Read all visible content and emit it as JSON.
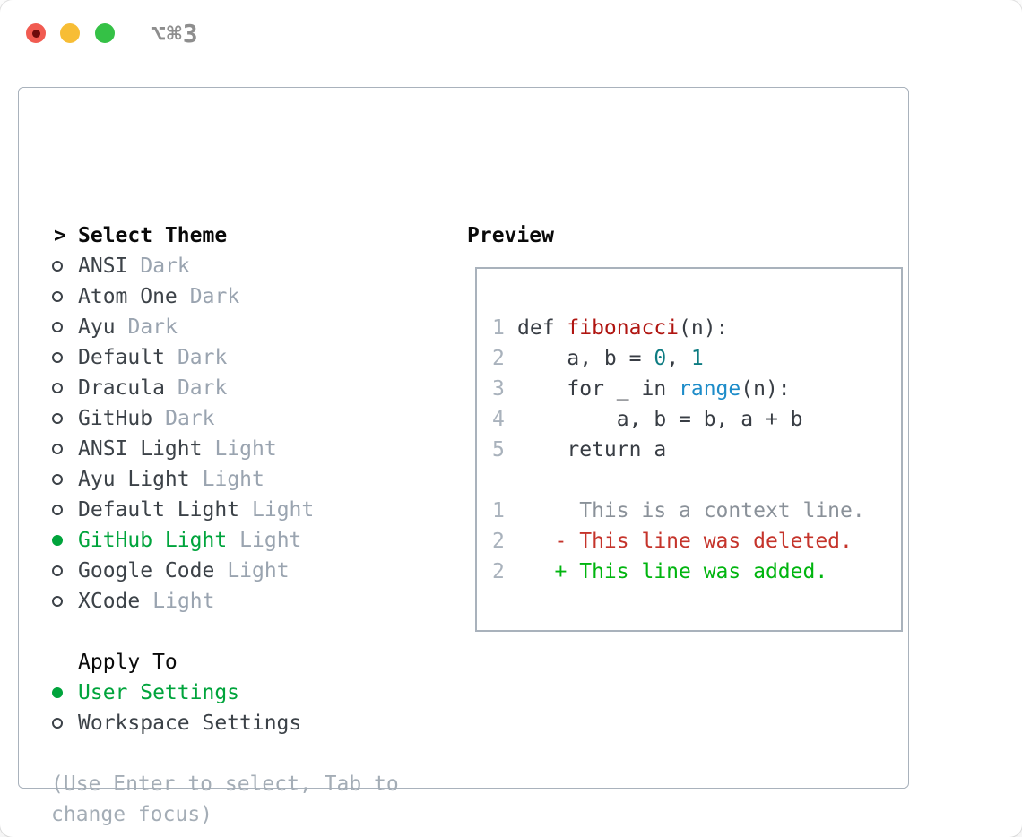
{
  "window": {
    "title": "⌥⌘3",
    "traffic_lights": [
      {
        "name": "close-button",
        "color_key": "traffic_red"
      },
      {
        "name": "minimize-button",
        "color_key": "traffic_yellow"
      },
      {
        "name": "zoom-button",
        "color_key": "traffic_green"
      }
    ]
  },
  "theme_picker": {
    "header_prefix": ">",
    "header": "Select Theme",
    "themes": [
      {
        "name": "ANSI",
        "tag": "Dark",
        "selected": false
      },
      {
        "name": "Atom One",
        "tag": "Dark",
        "selected": false
      },
      {
        "name": "Ayu",
        "tag": "Dark",
        "selected": false
      },
      {
        "name": "Default",
        "tag": "Dark",
        "selected": false
      },
      {
        "name": "Dracula",
        "tag": "Dark",
        "selected": false
      },
      {
        "name": "GitHub",
        "tag": "Dark",
        "selected": false
      },
      {
        "name": "ANSI Light",
        "tag": "Light",
        "selected": false
      },
      {
        "name": "Ayu Light",
        "tag": "Light",
        "selected": false
      },
      {
        "name": "Default Light",
        "tag": "Light",
        "selected": false
      },
      {
        "name": "GitHub Light",
        "tag": "Light",
        "selected": true
      },
      {
        "name": "Google Code",
        "tag": "Light",
        "selected": false
      },
      {
        "name": "XCode",
        "tag": "Light",
        "selected": false
      }
    ],
    "apply_to": {
      "header": "Apply To",
      "options": [
        {
          "label": "User Settings",
          "selected": true
        },
        {
          "label": "Workspace Settings",
          "selected": false
        }
      ]
    },
    "hint": "(Use Enter to select, Tab to change focus)"
  },
  "preview": {
    "header": "Preview",
    "code_lines": [
      {
        "num": "1",
        "segments": [
          {
            "t": "def ",
            "c": "plain"
          },
          {
            "t": "fibonacci",
            "c": "func"
          },
          {
            "t": "(n):",
            "c": "plain"
          }
        ]
      },
      {
        "num": "2",
        "segments": [
          {
            "t": "    a, b = ",
            "c": "plain"
          },
          {
            "t": "0",
            "c": "num"
          },
          {
            "t": ", ",
            "c": "plain"
          },
          {
            "t": "1",
            "c": "num"
          }
        ]
      },
      {
        "num": "3",
        "segments": [
          {
            "t": "    for _ in ",
            "c": "plain"
          },
          {
            "t": "range",
            "c": "builtin"
          },
          {
            "t": "(n):",
            "c": "plain"
          }
        ]
      },
      {
        "num": "4",
        "segments": [
          {
            "t": "        a, b = b, a + b",
            "c": "plain"
          }
        ]
      },
      {
        "num": "5",
        "segments": [
          {
            "t": "    return a",
            "c": "plain"
          }
        ]
      },
      {
        "num": "",
        "segments": []
      },
      {
        "num": "1",
        "segments": [
          {
            "t": "     This is a context line.",
            "c": "context"
          }
        ]
      },
      {
        "num": "2",
        "segments": [
          {
            "t": "   - This line was deleted.",
            "c": "deleted"
          }
        ]
      },
      {
        "num": "2",
        "segments": [
          {
            "t": "   + This line was added.",
            "c": "added"
          }
        ]
      }
    ]
  },
  "colors": {
    "accent_green": "#00a43c",
    "added_green": "#00b50f",
    "deleted_red": "#c5342b",
    "keyword_red": "#b01511",
    "number_teal": "#0e7c82",
    "builtin_blue": "#1d8cc9",
    "code_dark": "#383d44",
    "text_dark": "#3c4248",
    "muted_gray": "#9aa4b0",
    "hint_gray": "#a4adb6",
    "context_gray": "#8a9199",
    "line_number_gray": "#a9b2bc",
    "panel_border": "#a9b2bc",
    "header_black": "#0a0a0a",
    "title_gray": "#8e8e8e",
    "traffic_red": "#f15b51",
    "traffic_red_dot": "#6d0b0b",
    "traffic_yellow": "#f7bd35",
    "traffic_green": "#35c146"
  }
}
